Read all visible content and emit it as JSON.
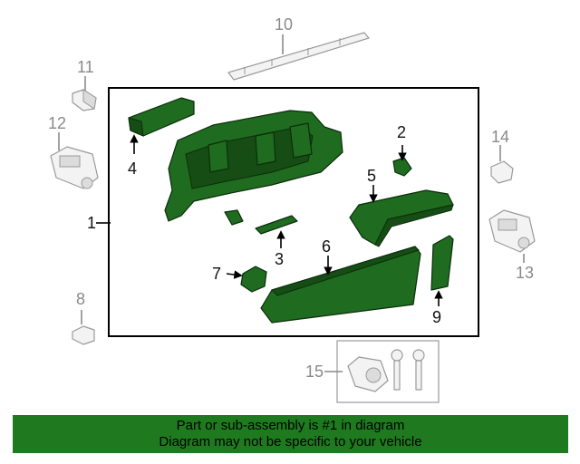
{
  "callouts": {
    "c1": "1",
    "c2": "2",
    "c3": "3",
    "c4": "4",
    "c5": "5",
    "c6": "6",
    "c7": "7",
    "c8": "8",
    "c9": "9",
    "c10": "10",
    "c11": "11",
    "c12": "12",
    "c13": "13",
    "c14": "14",
    "c15": "15"
  },
  "banner": {
    "line1": "Part or sub-assembly is #1 in diagram",
    "line2": "Diagram may not be specific to your vehicle"
  },
  "colors": {
    "part_green": "#1f6b1f",
    "banner_green": "#1f7a1f",
    "ghost_gray": "#9a9a9a"
  }
}
